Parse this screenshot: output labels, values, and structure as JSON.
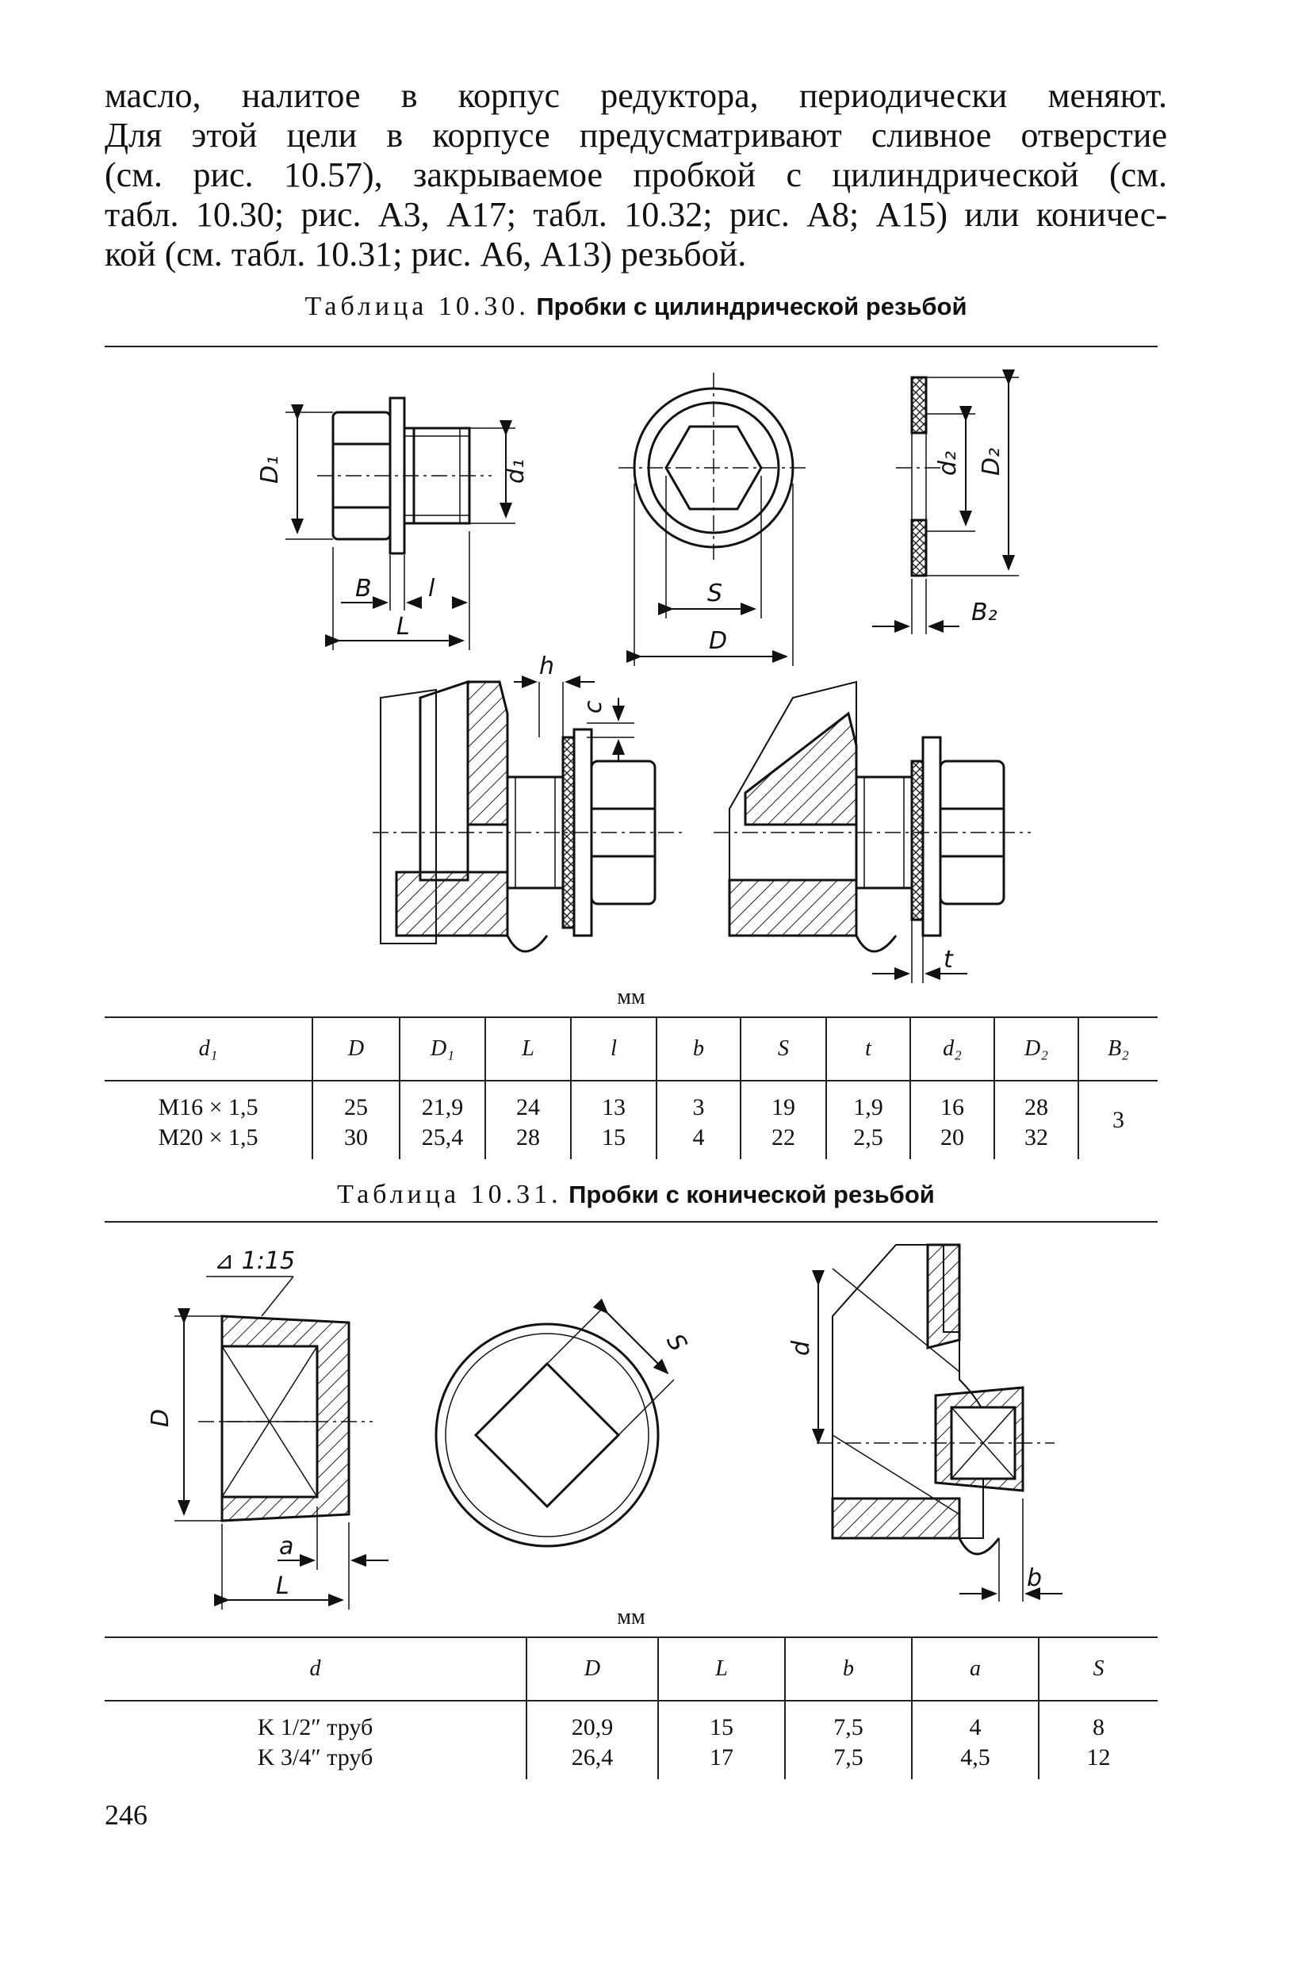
{
  "paragraph": [
    "масло, налитое в корпус редуктора, периодически меняют.",
    "Для этой цели в корпусе предусматривают сливное отверстие",
    "(см. рис. 10.57), закрываемое пробкой с цилиндрической (см.",
    "табл. 10.30; рис. А3, А17; табл. 10.32; рис. А8; А15) или коничес-",
    "кой (см. табл. 10.31; рис. А6, А13) резьбой."
  ],
  "table1": {
    "caption_num": "Таблица 10.30.",
    "caption_title": "Пробки с цилиндрической резьбой",
    "figure_labels": {
      "D1": "D₁",
      "d1": "d₁",
      "B": "B",
      "l": "l",
      "L": "L",
      "S": "S",
      "D": "D",
      "d2": "d₂",
      "D2": "D₂",
      "B2": "B₂",
      "h": "h",
      "c": "c",
      "t": "t"
    },
    "unit": "мм",
    "headers": [
      "d₁",
      "D",
      "D₁",
      "L",
      "l",
      "b",
      "S",
      "t",
      "d₂",
      "D₂",
      "B₂"
    ],
    "rows": [
      [
        "M16 × 1,5",
        "25",
        "21,9",
        "24",
        "13",
        "3",
        "19",
        "1,9",
        "16",
        "28"
      ],
      [
        "M20 × 1,5",
        "30",
        "25,4",
        "28",
        "15",
        "4",
        "22",
        "2,5",
        "20",
        "32"
      ]
    ],
    "b2_value": "3"
  },
  "table2": {
    "caption_num": "Таблица 10.31.",
    "caption_title": "Пробки с конической резьбой",
    "figure_labels": {
      "taper": "⊿ 1:15",
      "D": "D",
      "a": "a",
      "L": "L",
      "S": "S",
      "d": "d",
      "b": "b"
    },
    "unit": "мм",
    "headers": [
      "d",
      "D",
      "L",
      "b",
      "a",
      "S"
    ],
    "rows": [
      [
        "K 1/2″ труб",
        "20,9",
        "15",
        "7,5",
        "4",
        "8"
      ],
      [
        "K 3/4″ труб",
        "26,4",
        "17",
        "7,5",
        "4,5",
        "12"
      ]
    ]
  },
  "page_number": "246"
}
